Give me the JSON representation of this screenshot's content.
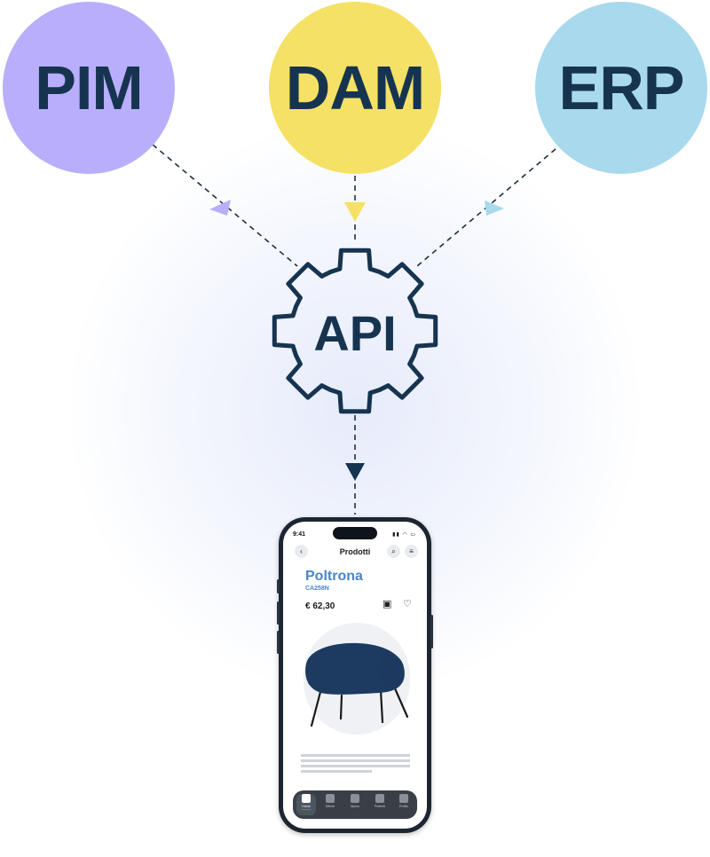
{
  "diagram": {
    "sources": [
      {
        "id": "pim",
        "label": "PIM",
        "color": "#b9aefc"
      },
      {
        "id": "dam",
        "label": "DAM",
        "color": "#f4e165"
      },
      {
        "id": "erp",
        "label": "ERP",
        "color": "#a8d9ec"
      }
    ],
    "hub": {
      "label": "API",
      "color": "#163450"
    }
  },
  "phone": {
    "status_time": "9:41",
    "topbar_title": "Prodotti",
    "product": {
      "name": "Poltrona",
      "code": "CA258N",
      "price": "€ 62,30",
      "chair_color": "#1d3b60"
    },
    "tabs": [
      "Home",
      "Offerte",
      "Nuovo",
      "Preferiti",
      "Profilo"
    ],
    "active_tab": "Home"
  }
}
